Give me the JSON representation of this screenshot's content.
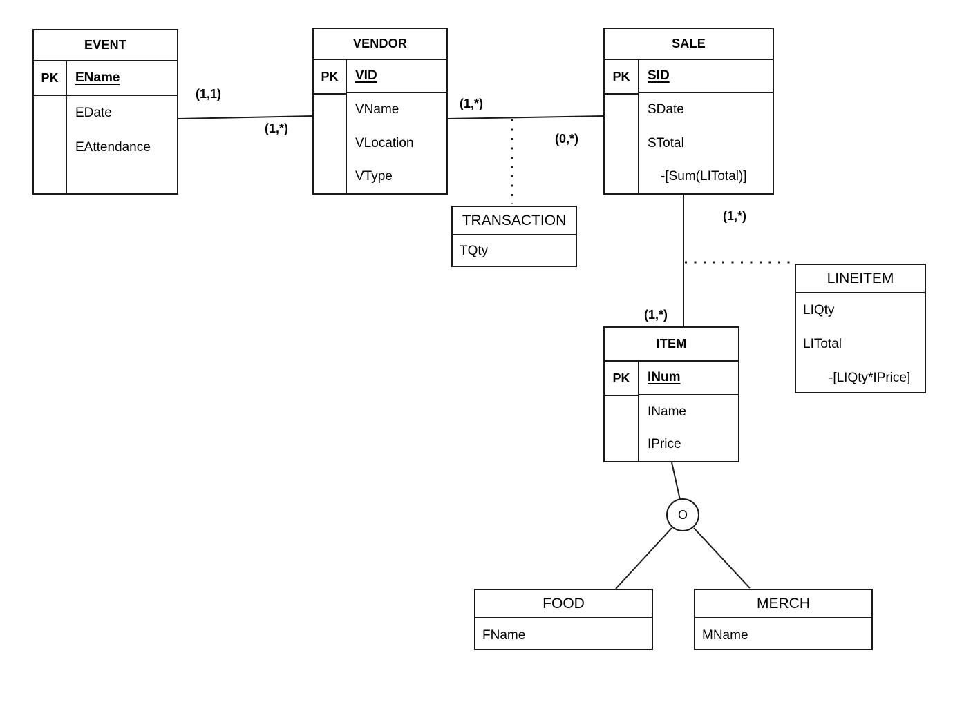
{
  "entities": {
    "event": {
      "title": "EVENT",
      "pk_label": "PK",
      "pk_attr": "EName",
      "attrs": [
        "EDate",
        "EAttendance"
      ]
    },
    "vendor": {
      "title": "VENDOR",
      "pk_label": "PK",
      "pk_attr": "VID",
      "attrs": [
        "VName",
        "VLocation",
        "VType"
      ]
    },
    "sale": {
      "title": "SALE",
      "pk_label": "PK",
      "pk_attr": "SID",
      "attrs": [
        "SDate",
        "STotal",
        "-[Sum(LITotal)]"
      ]
    },
    "item": {
      "title": "ITEM",
      "pk_label": "PK",
      "pk_attr": "INum",
      "attrs": [
        "IName",
        "IPrice"
      ]
    },
    "transaction": {
      "title": "TRANSACTION",
      "attrs": [
        "TQty"
      ]
    },
    "lineitem": {
      "title": "LINEITEM",
      "attrs": [
        "LIQty",
        "LITotal",
        "-[LIQty*IPrice]"
      ]
    },
    "food": {
      "title": "FOOD",
      "attrs": [
        "FName"
      ]
    },
    "merch": {
      "title": "MERCH",
      "attrs": [
        "MName"
      ]
    }
  },
  "cardinalities": {
    "event_vendor_left": "(1,1)",
    "event_vendor_right": "(1,*)",
    "vendor_sale_left": "(1,*)",
    "vendor_sale_right": "(0,*)",
    "sale_item_top": "(1,*)",
    "sale_item_bottom": "(1,*)"
  },
  "subtype": {
    "symbol": "O"
  },
  "colors": {
    "line": "#1a1a1a",
    "background": "#ffffff",
    "text": "#000000"
  }
}
